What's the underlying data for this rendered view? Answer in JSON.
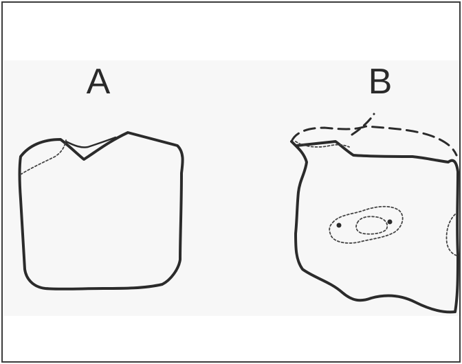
{
  "panels": [
    {
      "id": "A",
      "label": "A"
    },
    {
      "id": "B",
      "label": "B"
    }
  ],
  "colors": {
    "background": "#ffffff",
    "panel_band": "#f7f7f7",
    "frame": "#3a3a3a",
    "outline": "#2b2b2b",
    "dotted": "#444444",
    "label": "#2a2a2a"
  }
}
